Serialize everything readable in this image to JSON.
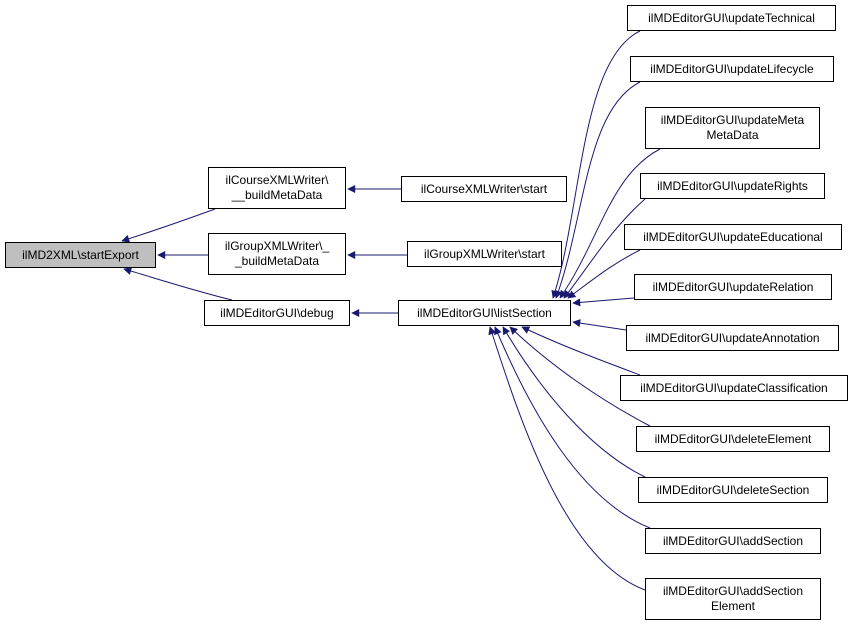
{
  "colors": {
    "edge": "#191970",
    "root_fill": "#bfbfbf",
    "node_fill": "#ffffff",
    "node_border": "#000000"
  },
  "nodes": {
    "root": [
      "ilMD2XML\\startExport"
    ],
    "course_build": [
      "ilCourseXMLWriter\\",
      "__buildMetaData"
    ],
    "group_build": [
      "ilGroupXMLWriter\\_",
      "_buildMetaData"
    ],
    "debug": [
      "ilMDEditorGUI\\debug"
    ],
    "course_start": [
      "ilCourseXMLWriter\\start"
    ],
    "group_start": [
      "ilGroupXMLWriter\\start"
    ],
    "list_section": [
      "ilMDEditorGUI\\listSection"
    ],
    "update_technical": [
      "ilMDEditorGUI\\updateTechnical"
    ],
    "update_lifecycle": [
      "ilMDEditorGUI\\updateLifecycle"
    ],
    "update_meta": [
      "ilMDEditorGUI\\updateMeta",
      "MetaData"
    ],
    "update_rights": [
      "ilMDEditorGUI\\updateRights"
    ],
    "update_educational": [
      "ilMDEditorGUI\\updateEducational"
    ],
    "update_relation": [
      "ilMDEditorGUI\\updateRelation"
    ],
    "update_annotation": [
      "ilMDEditorGUI\\updateAnnotation"
    ],
    "update_classification": [
      "ilMDEditorGUI\\updateClassification"
    ],
    "delete_element": [
      "ilMDEditorGUI\\deleteElement"
    ],
    "delete_section": [
      "ilMDEditorGUI\\deleteSection"
    ],
    "add_section": [
      "ilMDEditorGUI\\addSection"
    ],
    "add_section_element": [
      "ilMDEditorGUI\\addSection",
      "Element"
    ]
  }
}
